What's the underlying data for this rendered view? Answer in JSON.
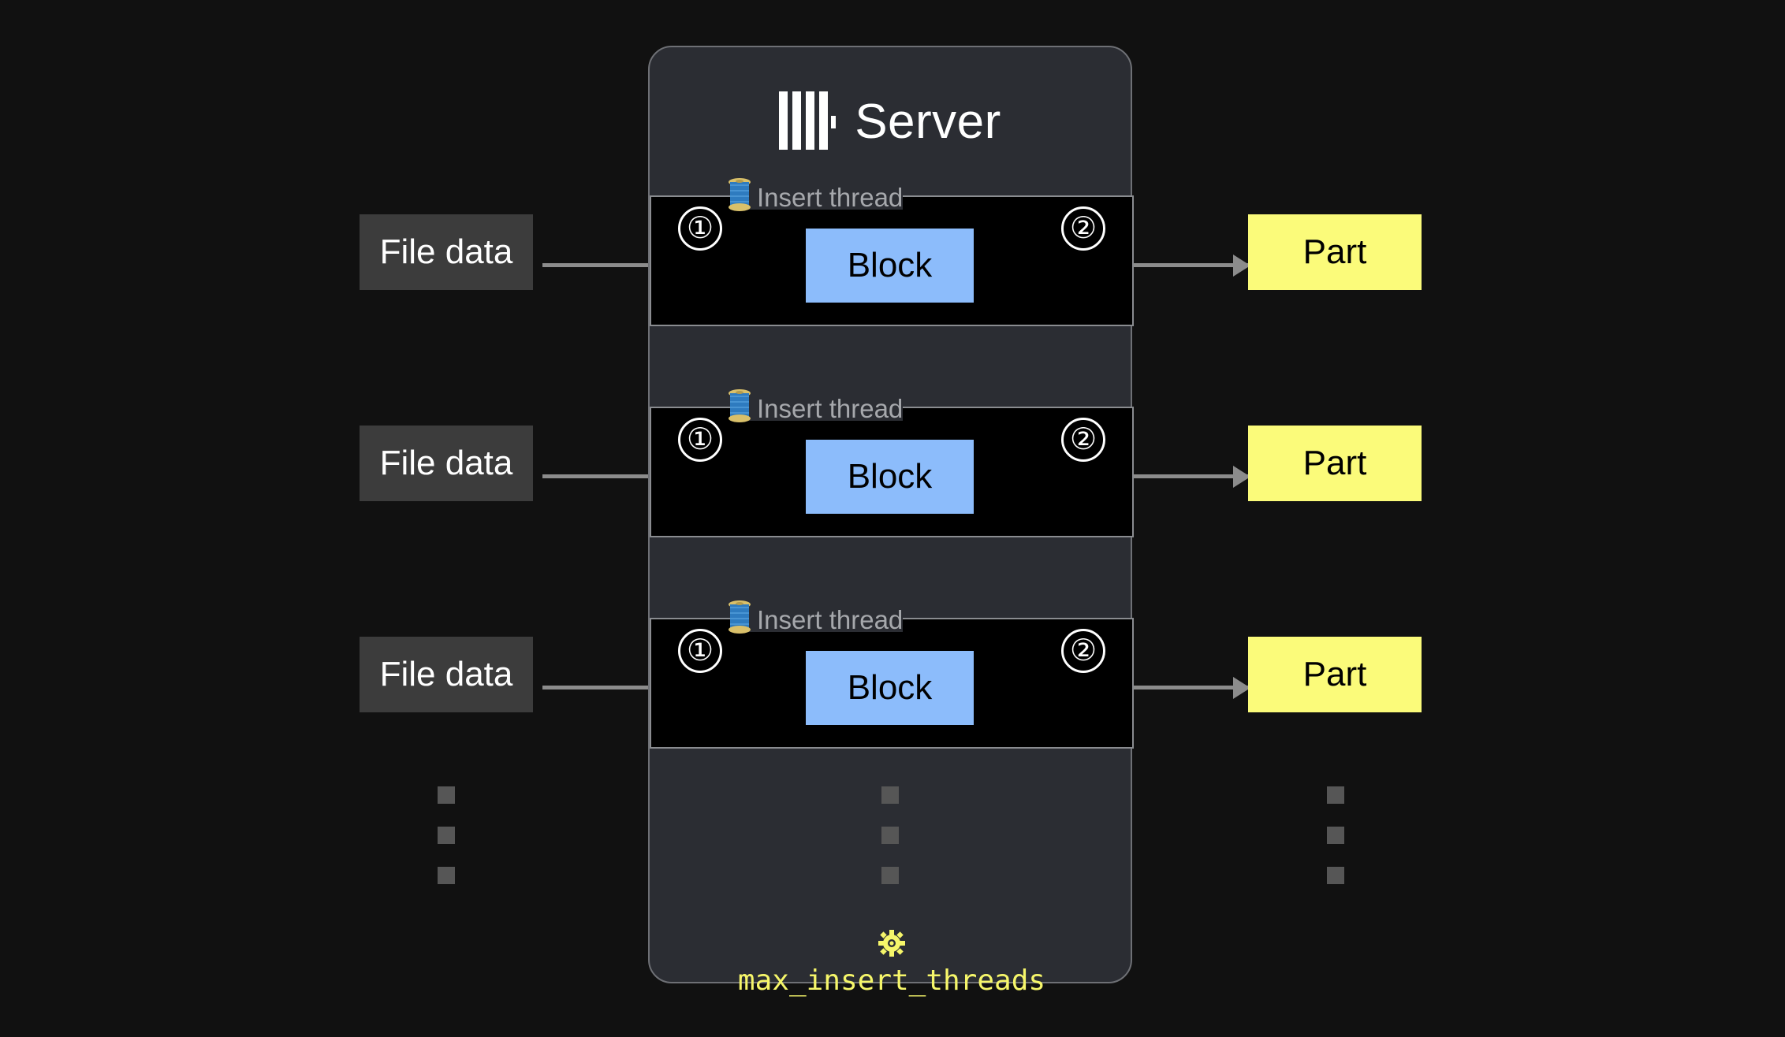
{
  "background_color": "#111111",
  "server": {
    "title": "Server",
    "logo_icon": "clickhouse-logo-icon",
    "panel_color": "#2b2d33",
    "border_color": "#6e7075"
  },
  "threads": [
    {
      "legend_icon": "thread-spool-icon",
      "legend_label": "Insert thread",
      "step_in": "①",
      "step_out": "②",
      "block_label": "Block",
      "block_color": "#8cbcfb",
      "source_label": "File data",
      "source_color": "#3c3c3c",
      "target_label": "Part",
      "target_color": "#fbfb7a"
    },
    {
      "legend_icon": "thread-spool-icon",
      "legend_label": "Insert thread",
      "step_in": "①",
      "step_out": "②",
      "block_label": "Block",
      "block_color": "#8cbcfb",
      "source_label": "File data",
      "source_color": "#3c3c3c",
      "target_label": "Part",
      "target_color": "#fbfb7a"
    },
    {
      "legend_icon": "thread-spool-icon",
      "legend_label": "Insert thread",
      "step_in": "①",
      "step_out": "②",
      "block_label": "Block",
      "block_color": "#8cbcfb",
      "source_label": "File data",
      "source_color": "#3c3c3c",
      "target_label": "Part",
      "target_color": "#fbfb7a"
    }
  ],
  "continuation": {
    "icon": "vertical-ellipsis-icon",
    "dot_color": "#565656",
    "dot_count": 3
  },
  "setting": {
    "icon": "gear-icon",
    "label": "max_insert_threads",
    "color": "#f6f66a"
  },
  "arrows": {
    "color": "#8c8c8c",
    "icon": "arrow-right-icon"
  }
}
